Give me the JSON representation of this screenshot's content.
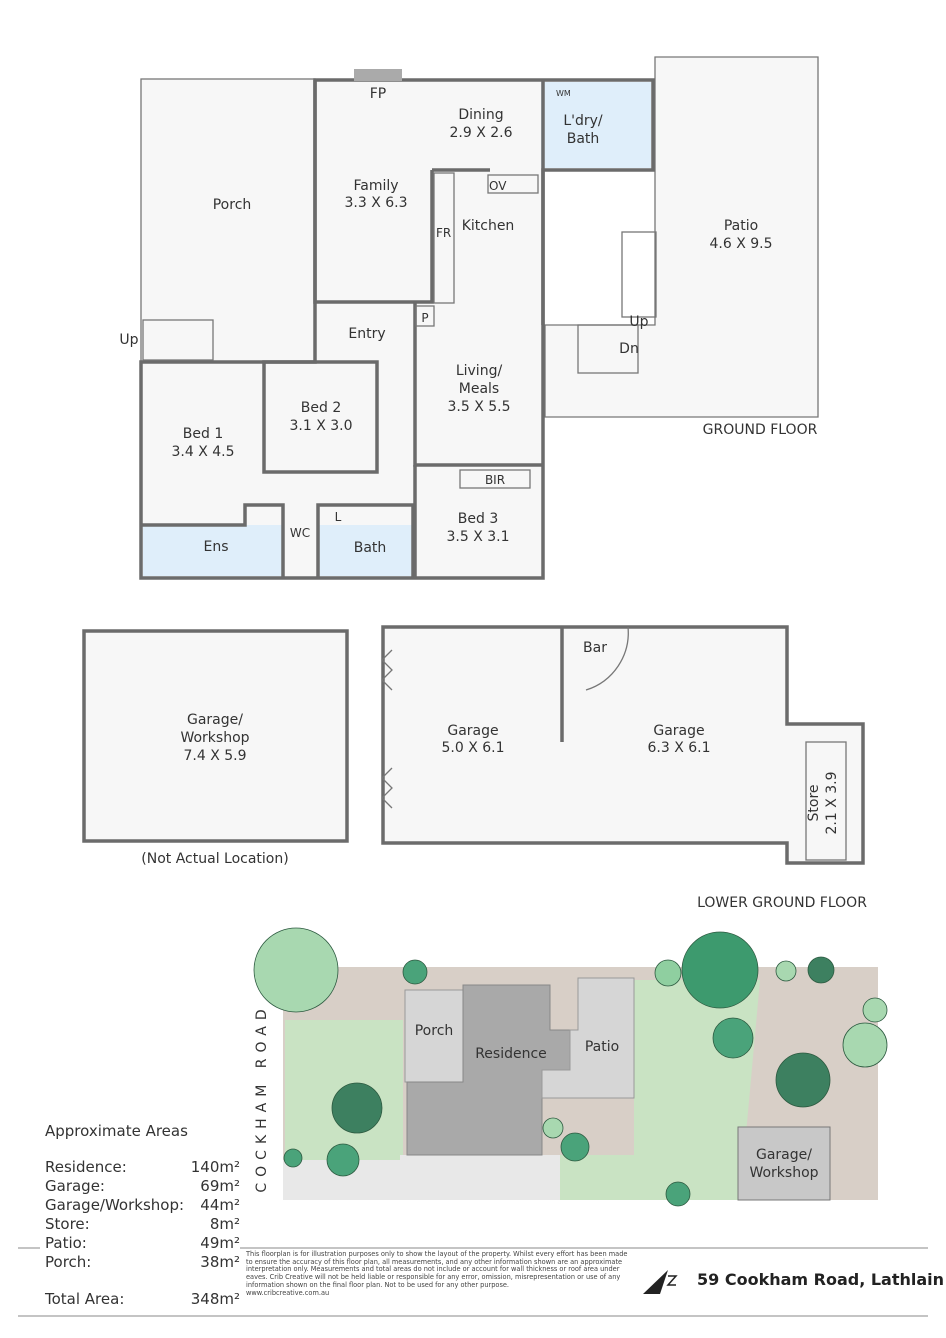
{
  "ground_floor": {
    "title": "GROUND FLOOR",
    "rooms": {
      "porch": "Porch",
      "fp": "FP",
      "dining": "Dining",
      "dining_size": "2.9 X 2.6",
      "laundry": "L'dry/",
      "laundry2": "Bath",
      "wm": "WM",
      "family": "Family",
      "family_size": "3.3 X 6.3",
      "ov": "OV",
      "fr": "FR",
      "kitchen": "Kitchen",
      "patio": "Patio",
      "patio_size": "4.6 X 9.5",
      "up1": "Up",
      "up2": "Up",
      "dn": "Dn",
      "entry": "Entry",
      "pantry": "P",
      "living1": "Living/",
      "living2": "Meals",
      "living_size": "3.5 X 5.5",
      "bed1": "Bed 1",
      "bed1_size": "3.4 X 4.5",
      "bed2": "Bed 2",
      "bed2_size": "3.1 X 3.0",
      "bir": "BIR",
      "bed3": "Bed 3",
      "bed3_size": "3.5 X 3.1",
      "ens": "Ens",
      "wc": "WC",
      "linen": "L",
      "bath": "Bath"
    }
  },
  "lower_ground_floor": {
    "title": "LOWER GROUND FLOOR",
    "workshop1": "Garage/",
    "workshop2": "Workshop",
    "workshop_size": "7.4 X 5.9",
    "not_actual": "(Not Actual Location)",
    "bar": "Bar",
    "garage_a": "Garage",
    "garage_a_size": "5.0 X 6.1",
    "garage_b": "Garage",
    "garage_b_size": "6.3 X 6.1",
    "store": "Store",
    "store_size": "2.1 X 3.9"
  },
  "site_plan": {
    "road": "COCKHAM ROAD",
    "porch": "Porch",
    "residence": "Residence",
    "patio": "Patio",
    "workshop1": "Garage/",
    "workshop2": "Workshop"
  },
  "areas": {
    "title": "Approximate Areas",
    "rows": [
      {
        "label": "Residence:",
        "value": "140m²"
      },
      {
        "label": "Garage:",
        "value": "69m²"
      },
      {
        "label": "Garage/Workshop:",
        "value": "44m²"
      },
      {
        "label": "Store:",
        "value": "8m²"
      },
      {
        "label": "Patio:",
        "value": "49m²"
      },
      {
        "label": "Porch:",
        "value": "38m²"
      }
    ],
    "total_label": "Total Area:",
    "total_value": "348m²"
  },
  "disclaimer": "This floorplan is for illustration purposes only to show the layout of the property. Whilst every effort has been made to ensure the accuracy of this floor plan, all measurements, and any other information shown are an approximate interpretation only. Measurements and total areas do not include or account for wall thickness or roof area under eaves. Crib Creative will not be held liable or responsible for any error, omission, misrepresentation or use of any information shown on the final floor plan. Not to be used for any other purpose.",
  "website": "www.cribcreative.com.au",
  "address": "59 Cookham Road, Lathlain",
  "colors": {
    "wall": "#6b6b6b",
    "tree": "#3d9a6e",
    "lawn": "#c9e3c3",
    "land": "#d8cfc7",
    "residence": "#a9a9a9"
  }
}
